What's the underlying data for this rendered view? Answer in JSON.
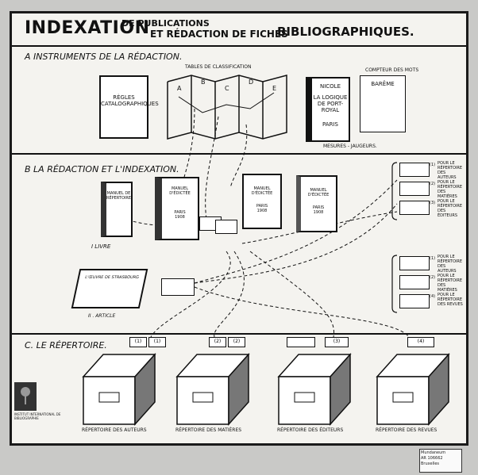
{
  "title": {
    "main": "INDEXATION",
    "sub1": "DE PUBLICATIONS",
    "sub2": "ET RÉDACTION DE FICHES",
    "sub3": "BIBLIOGRAPHIQUES."
  },
  "section_a": {
    "label": "A  INSTRUMENTS DE LA RÉDACTION.",
    "regles": "RÈGLES CATALOGRAPHIQUES",
    "tables_label": "TABLES DE CLASSIFICATION",
    "columns": [
      "A",
      "B",
      "C",
      "D",
      "E"
    ],
    "nicole": "NICOLE",
    "logique": "LA LOGIQUE DE PORT-ROYAL",
    "paris": "PARIS",
    "compteur": "COMPTEUR DES MOTS",
    "bareme": "BARÊME",
    "mesures": "MESURES - JAUGEURS."
  },
  "section_b": {
    "label": "B  LA RÉDACTION ET L'INDEXATION.",
    "manuel_rep": "MANUEL DE RÉPERTOIRE",
    "manuel_edi": "MANUEL D'ÉDICTÉE",
    "paris": "PARIS",
    "year": "1908",
    "livre": "I  LIVRE",
    "article": "II . ARTICLE",
    "oeuvre": "L'ŒUVRE DE STRASBOURG",
    "notes_top": [
      "POUR LE RÉPERTOIRE DES AUTEURS",
      "POUR LE RÉPERTOIRE DES MATIÈRES",
      "POUR LE RÉPERTOIRE DES ÉDITEURS"
    ],
    "notes_bottom": [
      "POUR LE RÉPERTOIRE DES AUTEURS",
      "POUR LE RÉPERTOIRE DES MATIÈRES",
      "POUR LE RÉPERTOIRE DES REVUES"
    ],
    "nums_top": [
      "(1)",
      "(2)",
      "(3)"
    ],
    "nums_bottom": [
      "(1)",
      "(2)",
      "(4)"
    ]
  },
  "section_c": {
    "label": "C. LE RÉPERTOIRE.",
    "tabs": [
      "(1)",
      "(1)",
      "(2)",
      "(2)",
      "",
      "(3)",
      "(4)"
    ],
    "drawers": [
      "RÉPERTOIRE DES AUTEURS",
      "RÉPERTOIRE DES MATIÈRES",
      "RÉPERTOIRE DES ÉDITEURS",
      "RÉPERTOIRE DES REVUES"
    ]
  },
  "footer": {
    "institute": "INSTITUT INTERNATIONAL DE BIBLIOGRAPHIE",
    "stamp1": "Mundaneum",
    "stamp2": "AR 106662",
    "stamp3": "Bruxelles"
  }
}
